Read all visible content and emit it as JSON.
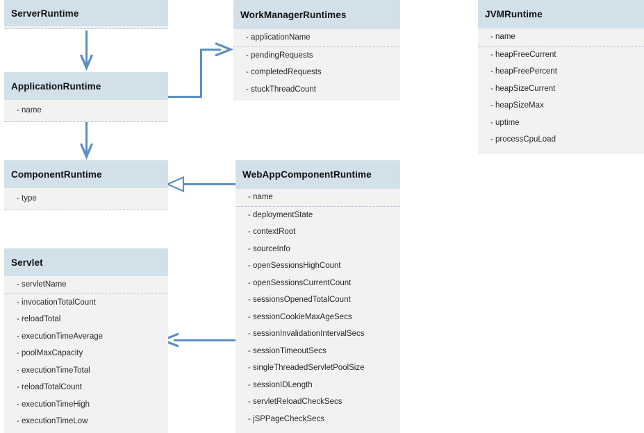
{
  "diagram": {
    "type": "uml-class-diagram",
    "title": "",
    "colors": {
      "header_fill": "#d2e0ea",
      "body_fill": "#f2f2f1",
      "connector": "#5b8fc4",
      "separator": "#9fb9d0",
      "text": "#26282a",
      "title_text": "#111111",
      "background": "#ffffff"
    },
    "classes": [
      {
        "id": "server-runtime",
        "name": "ServerRuntime",
        "attributes": [],
        "separator_after_index": -1
      },
      {
        "id": "application-runtime",
        "name": "ApplicationRuntime",
        "attributes": [
          "- name"
        ],
        "separator_after_index": 0
      },
      {
        "id": "component-runtime",
        "name": "ComponentRuntime",
        "attributes": [
          "- type"
        ],
        "separator_after_index": 0
      },
      {
        "id": "servlet",
        "name": "Servlet",
        "attributes": [
          "- servletName",
          "- invocationTotalCount",
          "- reloadTotal",
          "- executionTimeAverage",
          "- poolMaxCapacity",
          "- executionTimeTotal",
          "- reloadTotalCount",
          "- executionTimeHigh",
          "- executionTimeLow"
        ],
        "separator_after_index": 0
      },
      {
        "id": "work-manager-runtimes",
        "name": "WorkManagerRuntimes",
        "attributes": [
          "- applicationName",
          "- pendingRequests",
          "- completedRequests",
          "- stuckThreadCount"
        ],
        "separator_after_index": 0
      },
      {
        "id": "web-app-component-runtime",
        "name": "WebAppComponentRuntime",
        "attributes": [
          "- name",
          "- deploymentState",
          "- contextRoot",
          "- sourceInfo",
          "- openSessionsHighCount",
          "- openSessionsCurrentCount",
          "- sessionsOpenedTotalCount",
          "- sessionCookieMaxAgeSecs",
          "- sessionInvalidationIntervalSecs",
          "- sessionTimeoutSecs",
          "- singleThreadedServletPoolSize",
          "- sessionIDLength",
          "- servletReloadCheckSecs",
          "- jSPPageCheckSecs"
        ],
        "separator_after_index": 0
      },
      {
        "id": "jvm-runtime",
        "name": "JVMRuntime",
        "attributes": [
          "- name",
          "- heapFreeCurrent",
          "- heapFreePercent",
          "- heapSizeCurrent",
          "- heapSizeMax",
          "- uptime",
          "- processCpuLoad"
        ],
        "separator_after_index": 0
      }
    ],
    "connectors": [
      {
        "id": "server-to-application",
        "from": "ServerRuntime",
        "to": "ApplicationRuntime",
        "arrow": "open-arrow",
        "direction": "down"
      },
      {
        "id": "application-to-component",
        "from": "ApplicationRuntime",
        "to": "ComponentRuntime",
        "arrow": "open-arrow",
        "direction": "down"
      },
      {
        "id": "application-to-workmanager",
        "from": "ApplicationRuntime",
        "to": "WorkManagerRuntimes",
        "arrow": "open-arrow",
        "direction": "right"
      },
      {
        "id": "webapp-to-component",
        "from": "WebAppComponentRuntime",
        "to": "ComponentRuntime",
        "arrow": "hollow-triangle",
        "direction": "left"
      },
      {
        "id": "webapp-to-servlet",
        "from": "WebAppComponentRuntime",
        "to": "Servlet",
        "arrow": "open-arrow",
        "direction": "left"
      }
    ]
  }
}
